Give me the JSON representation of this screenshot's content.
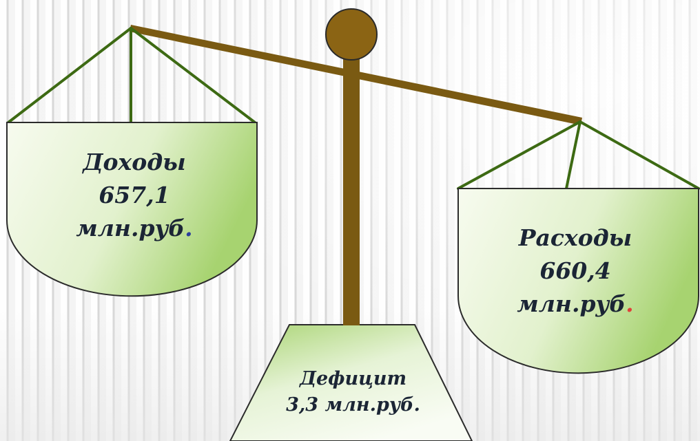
{
  "income": {
    "title": "Доходы",
    "amount": "657,1",
    "unit": "млн.руб",
    "dot": "."
  },
  "expense": {
    "title": "Расходы",
    "amount": "660,4",
    "unit": "млн.руб",
    "dot": "."
  },
  "deficit": {
    "title": "Дефицит",
    "amount_unit": "3,3 млн.руб."
  },
  "colors": {
    "beam": "#7a5a12",
    "pivot": "#8b6414",
    "string": "#3d6a13",
    "pan_light": "#f6fbec",
    "pan_dark": "#a9d574",
    "outline": "#2b2b2b",
    "dot_income": "#2c3e9c",
    "dot_expense": "#e0413a"
  }
}
